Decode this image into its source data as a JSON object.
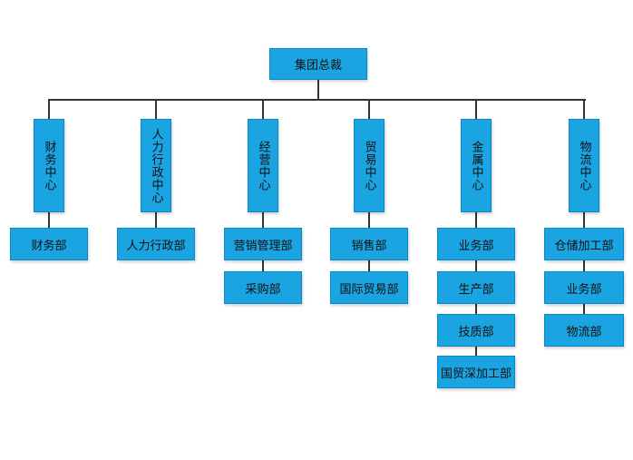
{
  "root": "集团总裁",
  "centers": [
    {
      "label": "财务中心",
      "departments": [
        "财务部"
      ]
    },
    {
      "label": "人力行政中心",
      "departments": [
        "人力行政部"
      ]
    },
    {
      "label": "经营中心",
      "departments": [
        "营销管理部",
        "采购部"
      ]
    },
    {
      "label": "贸易中心",
      "departments": [
        "销售部",
        "国际贸易部"
      ]
    },
    {
      "label": "金属中心",
      "departments": [
        "业务部",
        "生产部",
        "技质部",
        "国贸深加工部"
      ]
    },
    {
      "label": "物流中心",
      "departments": [
        "仓储加工部",
        "业务部",
        "物流部"
      ]
    }
  ]
}
